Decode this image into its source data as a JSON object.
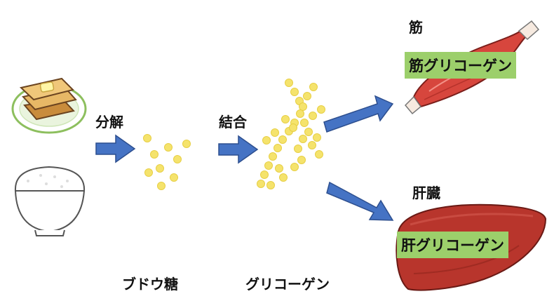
{
  "labels": {
    "breakdown": "分解",
    "combine": "結合",
    "glucose": "ブドウ糖",
    "glycogen": "グリコーゲン",
    "muscle": "筋",
    "liver": "肝臓",
    "muscle_glycogen": "筋グリコーゲン",
    "liver_glycogen": "肝グリコーゲン"
  },
  "icons": [
    "toast-icon",
    "rice-bowl-icon",
    "glucose-dots-icon",
    "glycogen-branch-icon",
    "muscle-icon",
    "liver-icon",
    "arrow-icon"
  ],
  "colors": {
    "arrow": "#4573c4",
    "dot": "#f5e36c",
    "label_bg": "#9ccf6b",
    "muscle": "#d7463d",
    "liver": "#b8352c"
  }
}
